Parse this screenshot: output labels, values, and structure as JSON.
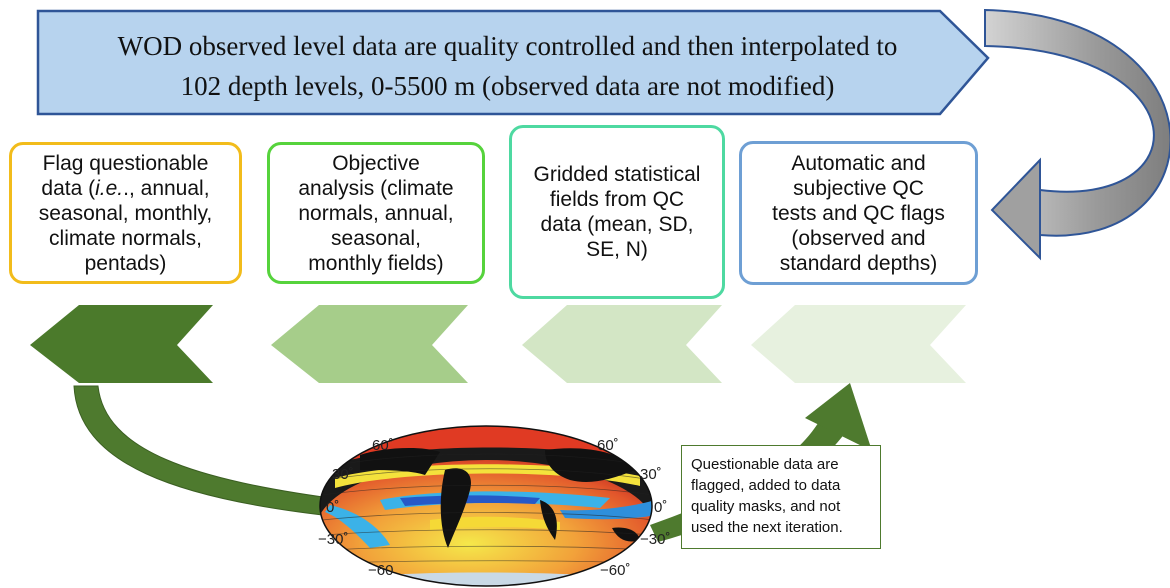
{
  "header": {
    "lines": [
      "WOD observed level data are quality controlled and then interpolated to",
      "102 depth levels, 0-5500 m (observed data are not modified)"
    ]
  },
  "steps": {
    "flag": {
      "lines": [
        "Flag questionable",
        "data (",
        "i.e.",
        "., annual,",
        "seasonal, monthly,",
        "climate normals,",
        "pentads)"
      ]
    },
    "objective": {
      "lines": [
        "Objective",
        "analysis (climate",
        "normals, annual,",
        "seasonal,",
        "monthly fields)"
      ]
    },
    "gridded": {
      "lines": [
        "Gridded statistical",
        "fields from QC",
        "data (mean, SD,",
        "SE, N)"
      ]
    },
    "qc": {
      "lines": [
        "Automatic and",
        "subjective QC",
        "tests and QC flags",
        "(observed and",
        "standard depths)"
      ]
    }
  },
  "note": {
    "lines": [
      "Questionable data are",
      "flagged, added to data",
      "quality masks, and not",
      "used the next iteration."
    ]
  },
  "map": {
    "lat_labels_left": [
      "60˚",
      "30˚",
      "0˚",
      "−30˚",
      "−60"
    ],
    "lat_labels_right": [
      "60˚",
      "30˚",
      "0˚",
      "−30˚",
      "−60˚"
    ]
  },
  "colors": {
    "header_fill": "#b7d3ee",
    "header_stroke": "#2f5597",
    "flag_border": "#f2bc1b",
    "objective_border": "#56d33c",
    "gridded_border": "#4ed9a1",
    "qc_border": "#6e9fd4",
    "chevron_1": "#4b7a2b",
    "chevron_2": "#a6cd8a",
    "chevron_3": "#d3e6c5",
    "chevron_4": "#e7f1df",
    "curved_arrow_green": "#4e7a2e",
    "u_arrow_gray": "#9c9c9c"
  }
}
